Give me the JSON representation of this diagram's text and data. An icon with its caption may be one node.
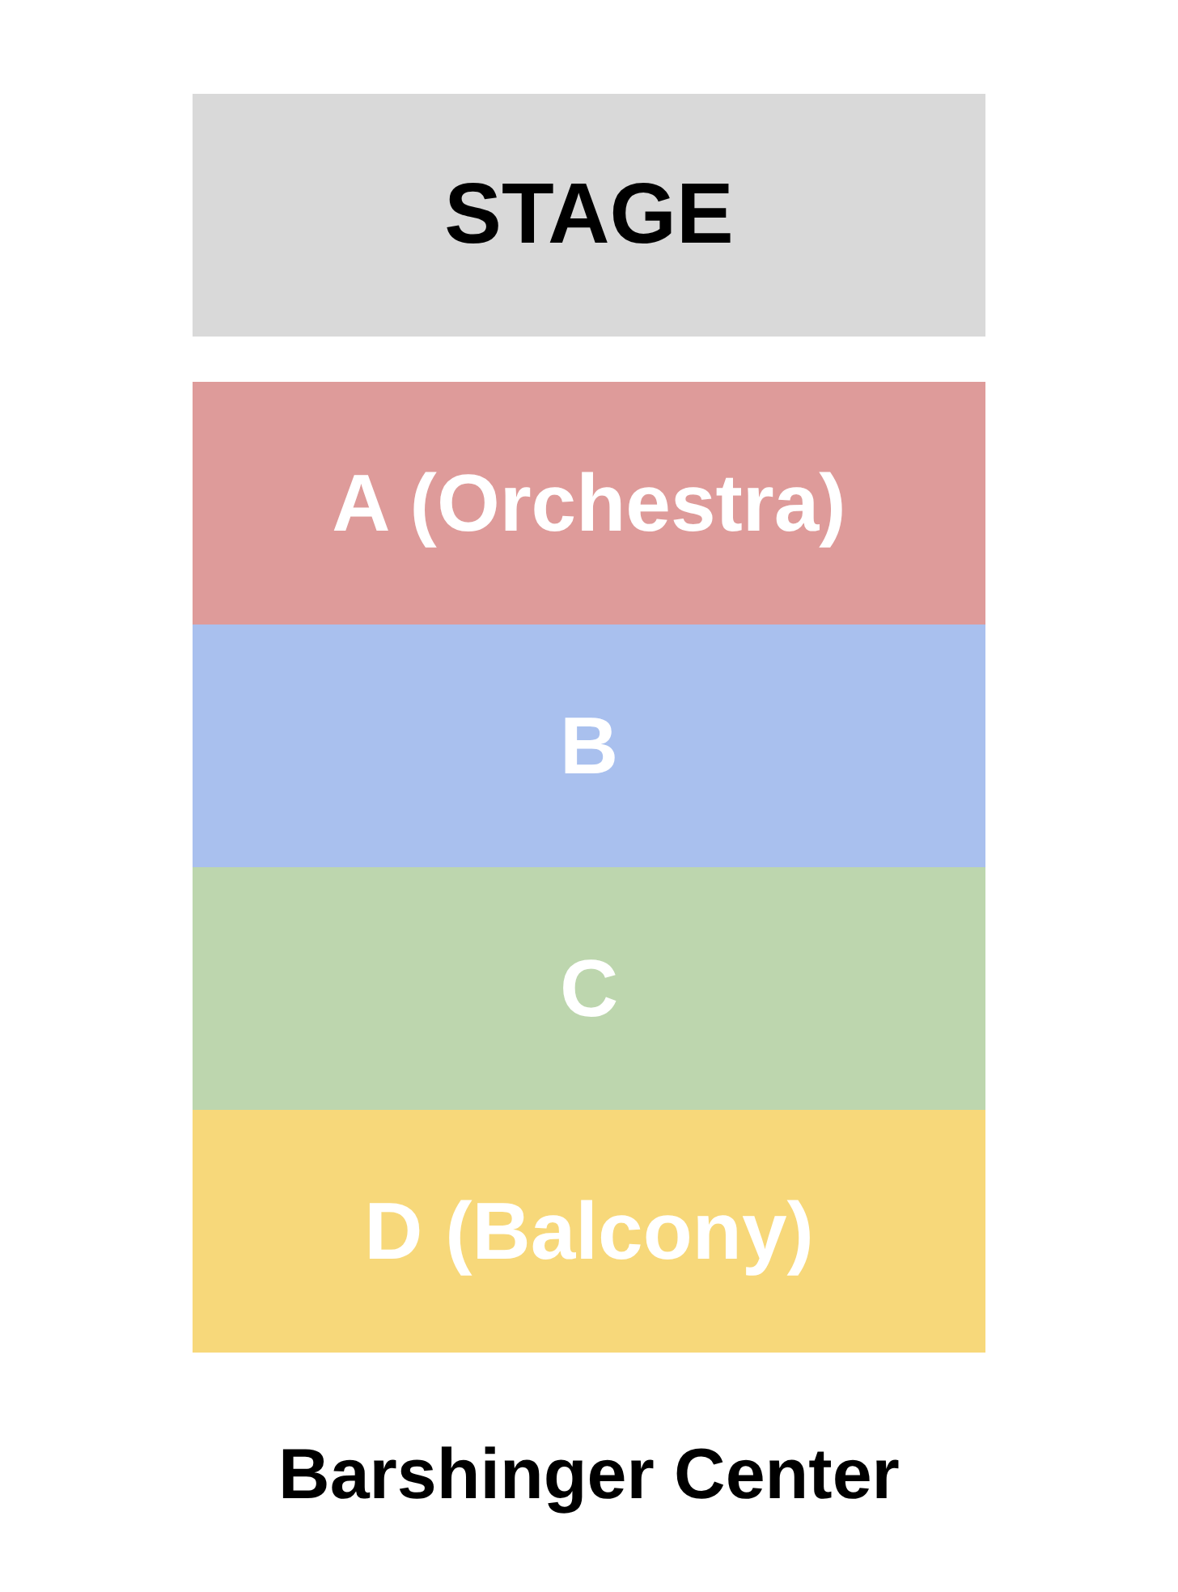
{
  "diagram": {
    "caption": "Barshinger Center",
    "nodes": [
      {
        "text": [
          "STAGE"
        ]
      },
      {
        "text": [
          "A (Orchestra)"
        ]
      },
      {
        "text": [
          "B"
        ]
      },
      {
        "text": [
          "C"
        ]
      },
      {
        "text": [
          "D (Balcony)"
        ]
      }
    ]
  }
}
